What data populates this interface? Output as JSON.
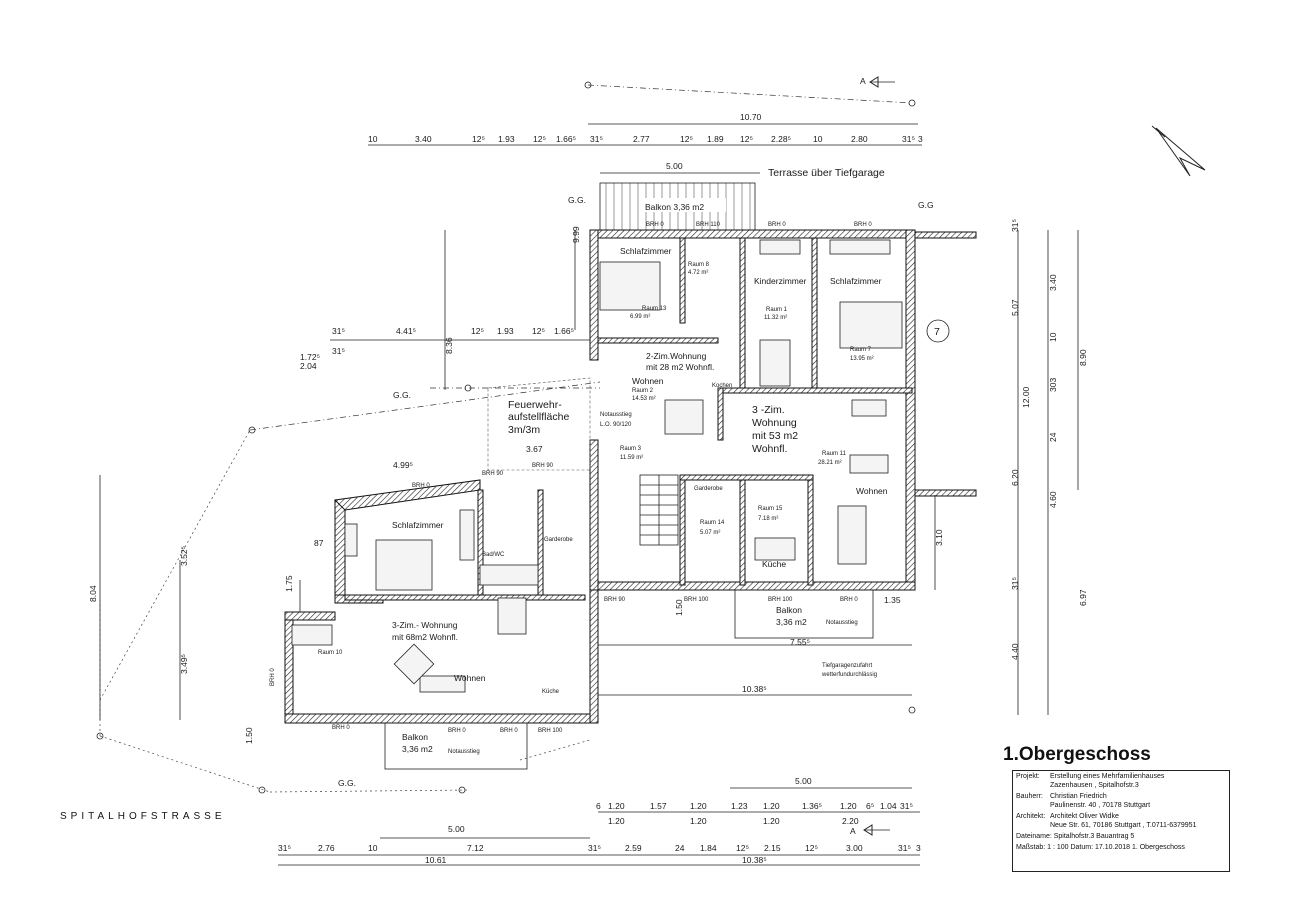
{
  "sheet": {
    "title": "1.Obergeschoss",
    "street": "SPITALHOFSTRASSE",
    "section_marker": "A"
  },
  "title_block": {
    "projekt_k": "Projekt:",
    "projekt_1": "Erstellung eines Mehrfamilienhauses",
    "projekt_2": "Zazenhausen , Spitalhofstr.3",
    "bauherr_k": "Bauherr:",
    "bauherr_1": "Christian Friedrich",
    "bauherr_2": "Paulinenstr. 40 , 70178 Stuttgart",
    "architekt_k": "Architekt:",
    "architekt_1": "Architekt Oliver Widke",
    "architekt_2": "Neue Str. 61, 70186 Stuttgart , T.0711-6379951",
    "dateiname": "Dateiname: Spitalhofstr.3 Bauantrag 5",
    "massstab": "Maßstab:   1 : 100  Datum: 17.10.2018     1. Obergeschoss"
  },
  "labels": {
    "terrasse": "Terrasse über Tiefgarage",
    "gg": "G.G.",
    "gg2": "G.G",
    "balkon_top": "Balkon 3,36 m2",
    "brh0": "BRH 0",
    "brh110": "BRH 110",
    "brh90": "BRH 90",
    "brh100": "BRH 100",
    "schlafzimmer": "Schlafzimmer",
    "kinderzimmer": "Kinderzimmer",
    "raum8": "Raum 8",
    "raum8_a": "4.72 m²",
    "raum13": "Raum 13",
    "raum13_a": "6.99 m²",
    "raum1": "Raum 1",
    "raum1_a": "11.32 m²",
    "raum7": "Raum 7",
    "raum7_a": "13.95 m²",
    "wohn2_1": "2-Zim.Wohnung",
    "wohn2_2": "mit 28 m2 Wohnfl.",
    "wohnen": "Wohnen",
    "raum2": "Raum 2",
    "raum2_a": "14.53 m²",
    "kochen": "Kochen",
    "notausstieg": "Notausstieg",
    "lo": "L.O. 90/120",
    "feuer_1": "Feuerwehr-",
    "feuer_2": "aufstellfläche",
    "feuer_3": "3m/3m",
    "wohn3_1": "3 -Zim.",
    "wohn3_2": "Wohnung",
    "wohn3_3": "mit 53 m2",
    "wohn3_4": "Wohnfl.",
    "raum3": "Raum 3",
    "raum3_a": "11.59 m²",
    "raum11": "Raum 11",
    "raum11_a": "28.21 m²",
    "garderobe": "Garderobe",
    "raum14": "Raum 14",
    "raum14_a": "5.07 m²",
    "raum15": "Raum 15",
    "raum15_a": "7.18 m²",
    "kueche": "Küche",
    "badwc": "Bad/WC",
    "schlafzimmer_l": "Schlafzimmer",
    "wohn3b_1": "3-Zim.- Wohnung",
    "wohn3b_2": "mit 68m2  Wohnfl.",
    "raum10": "Raum 10",
    "balkon": "Balkon",
    "balkon_area": "3,36 m2",
    "balkon_b": "Balkon",
    "balkon_b_area": "3,36 m2",
    "tg_1": "Tiefgaragenzufahrt",
    "tg_2": "wetterfundurchlässig",
    "circle7": "7"
  },
  "dims": {
    "top_10_70": "10.70",
    "top_5_00": "5.00",
    "r1": [
      "10",
      "3.40",
      "12⁵",
      "1.93",
      "12⁵",
      "1.66⁵",
      "31⁵",
      "2.77",
      "12⁵",
      "1.89",
      "12⁵",
      "2.28⁵",
      "10",
      "2.80",
      "31⁵",
      "3"
    ],
    "mid": [
      "31⁵",
      "4.41⁵",
      "12⁵",
      "1.93",
      "12⁵",
      "1.66⁵"
    ],
    "left_a": "1.72⁵",
    "left_b": "31⁵",
    "left_c": "2.04",
    "v_9_99": "9.99",
    "v_8_36": "8.36",
    "v_3_67": "3.67",
    "v_4_99": "4.99⁵",
    "v_87": "87",
    "v_1_75": "1.75",
    "v_3_52": "3.52⁵",
    "v_8_04": "8.04",
    "v_3_49": "3.49⁵",
    "v_1_50": "1.50",
    "v_1_50b": "1.50",
    "v_3_10": "3.10",
    "v_1_35": "1.35",
    "v_7_55": "7.55⁵",
    "v_10_38": "10.38⁵",
    "r_5_07": "5.07",
    "r_3_40": "3.40",
    "r_10": "10",
    "r_303": "303",
    "r_24": "24",
    "r_12_00": "12.00",
    "r_8_90": "8.90",
    "r_6_20": "6.20",
    "r_4_60": "4.60",
    "r_6_97": "6.97",
    "r_4_40": "4.40",
    "r_31": "31⁵",
    "b_5_00": "5.00",
    "b_row1": [
      "6",
      "1.20",
      "1.57",
      "1.20",
      "1.23",
      "1.20",
      "1.36⁵",
      "1.20",
      "6⁵",
      "1.04",
      "31⁵"
    ],
    "b_row2": [
      "1.20",
      "1.20",
      "1.20",
      "2.20"
    ],
    "bl_5_00": "5.00",
    "bl_row": [
      "31⁵",
      "2.76",
      "10",
      "7.12",
      "31⁵",
      "2.59",
      "24",
      "1.84",
      "12⁵",
      "2.15",
      "12⁵",
      "3.00",
      "31⁵",
      "3"
    ],
    "bl_10_61": "10.61",
    "bl_10_38": "10.38⁵"
  }
}
